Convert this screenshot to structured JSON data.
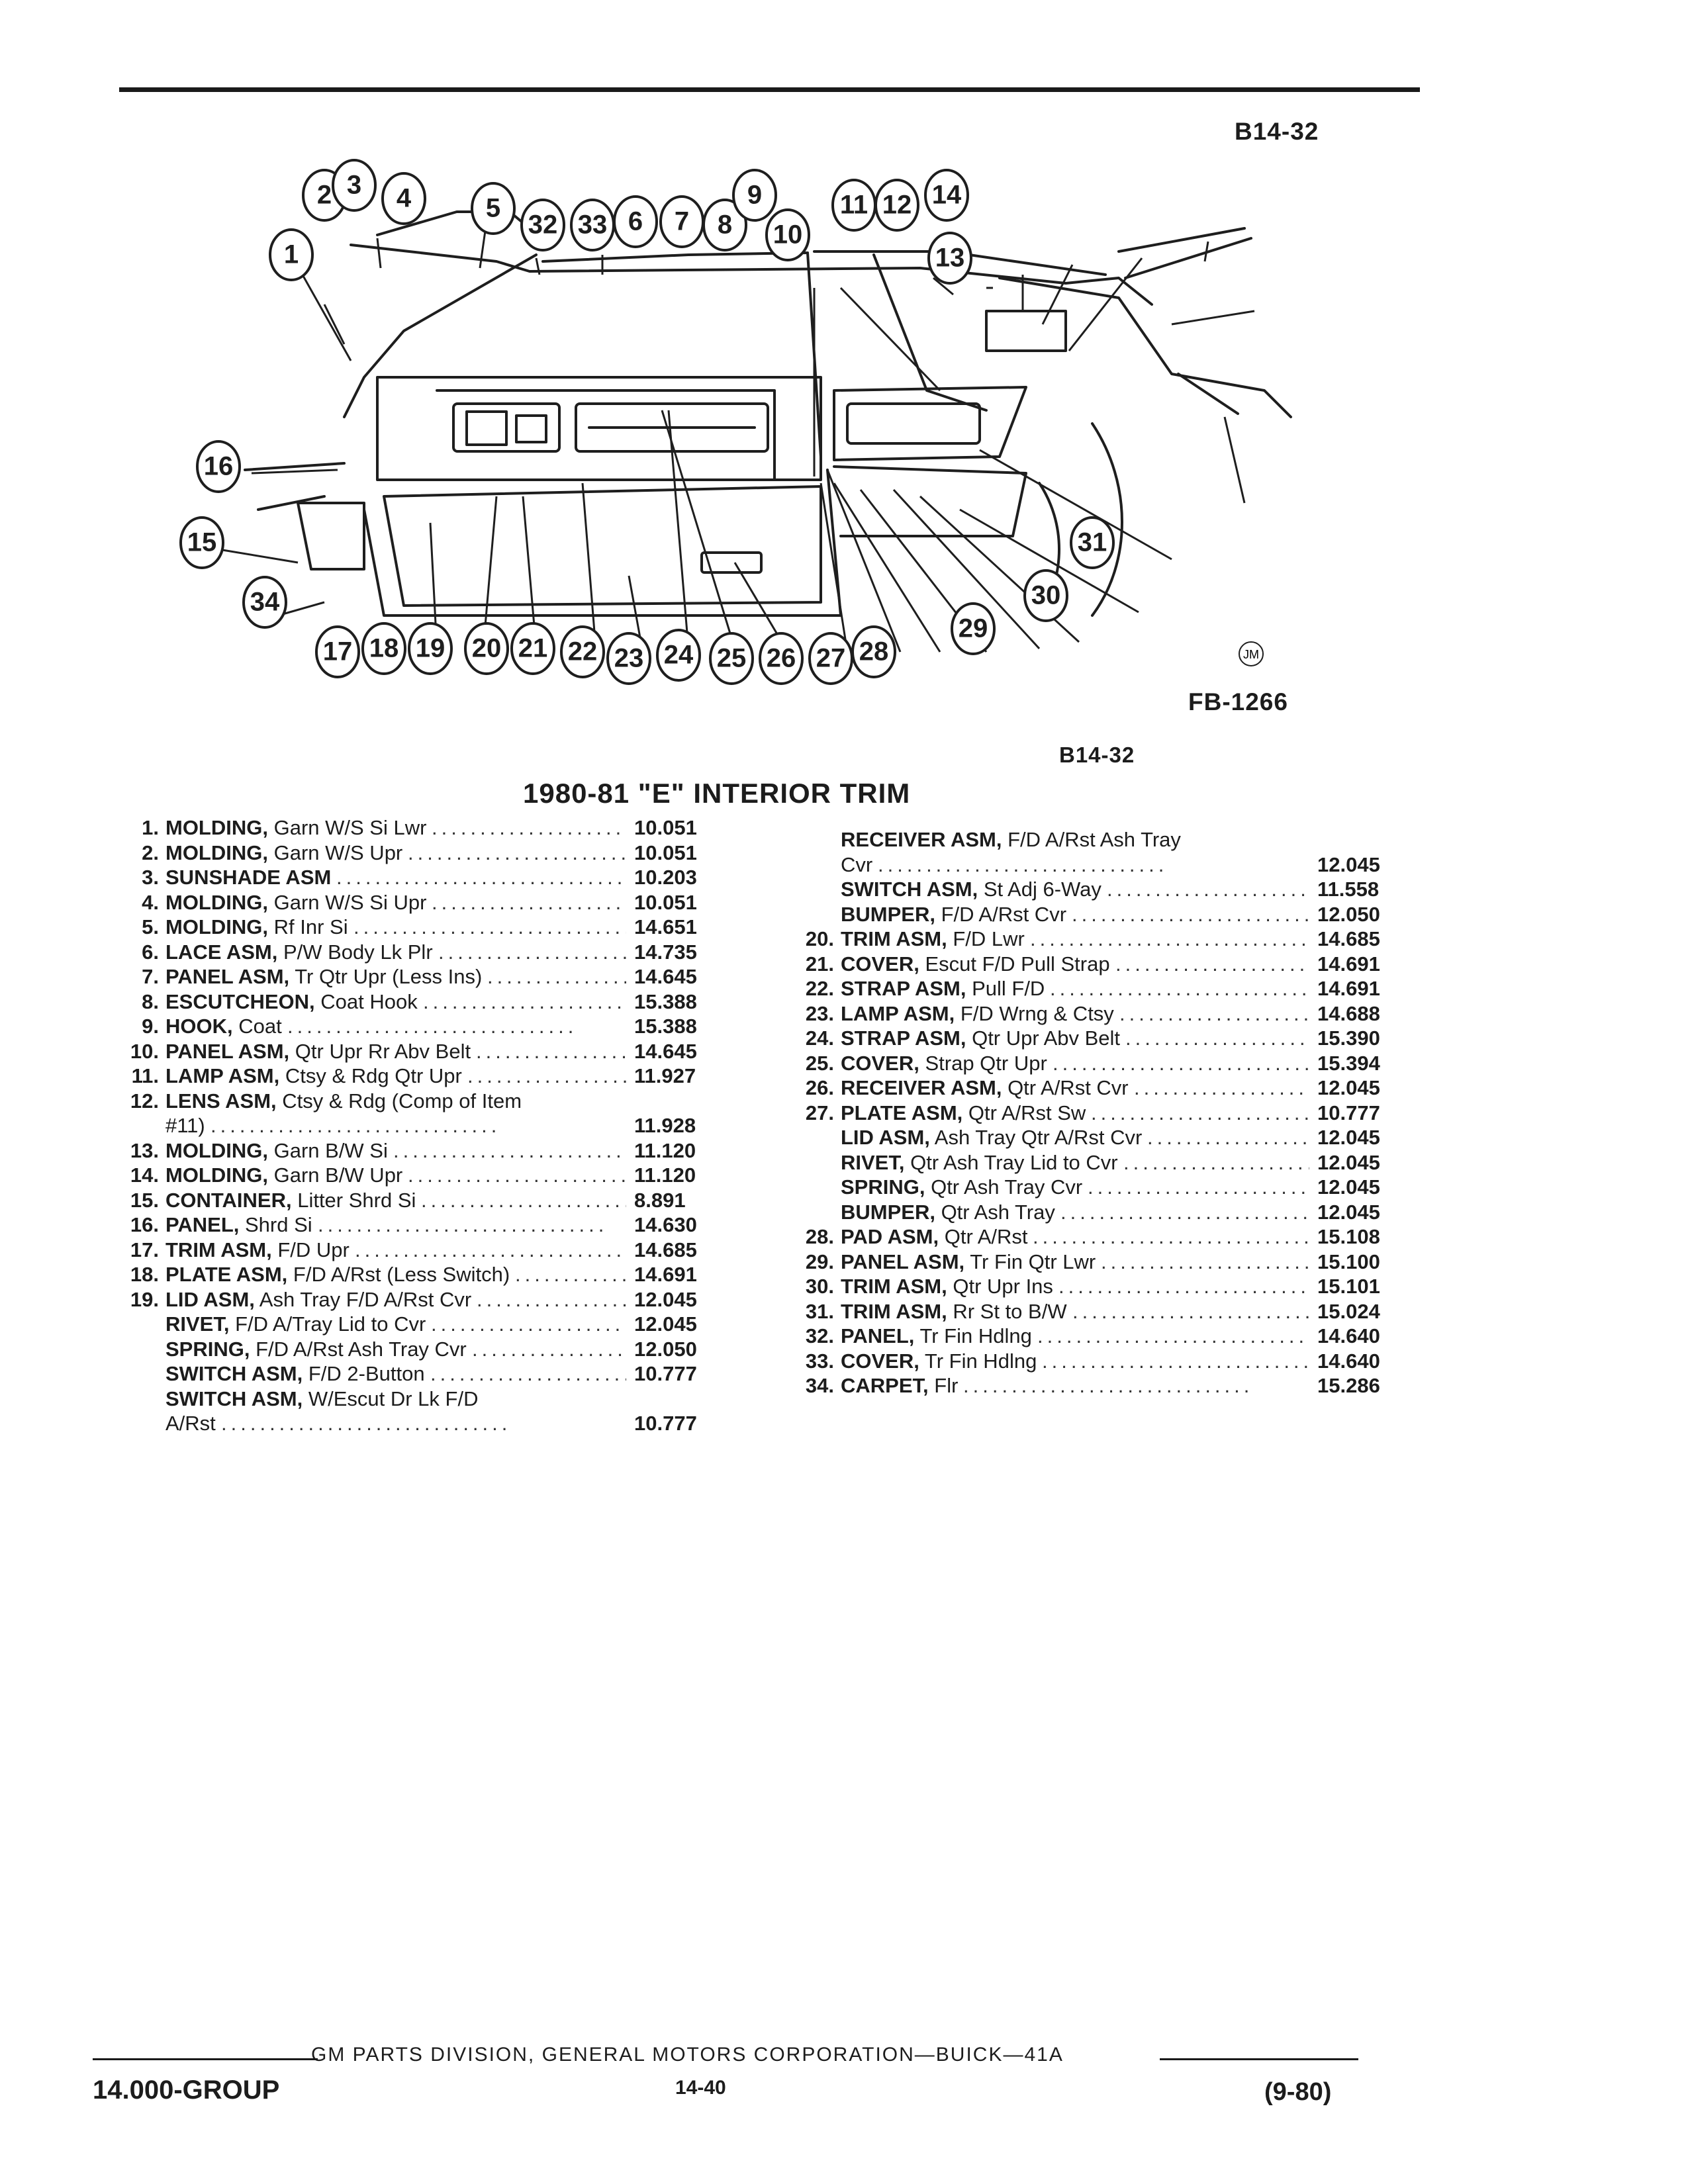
{
  "header": {
    "figure_code_top": "B14-32",
    "figure_code_bottom": "B14-32",
    "figure_ref": "FB-1266"
  },
  "illustration": {
    "artist_mark": "JM",
    "callouts": [
      "1",
      "2",
      "3",
      "4",
      "5",
      "32",
      "33",
      "6",
      "7",
      "8",
      "9",
      "10",
      "11",
      "12",
      "14",
      "13",
      "16",
      "15",
      "34",
      "17",
      "18",
      "19",
      "20",
      "21",
      "22",
      "23",
      "24",
      "25",
      "26",
      "27",
      "28",
      "29",
      "30",
      "31"
    ]
  },
  "section_title": "1980-81 \"E\" INTERIOR TRIM",
  "parts_left": [
    {
      "num": "1.",
      "name": "MOLDING,",
      "desc": " Garn W/S Si Lwr",
      "part": "10.051"
    },
    {
      "num": "2.",
      "name": "MOLDING,",
      "desc": " Garn W/S Upr",
      "part": "10.051"
    },
    {
      "num": "3.",
      "name": "SUNSHADE ASM",
      "desc": "",
      "part": "10.203"
    },
    {
      "num": "4.",
      "name": "MOLDING,",
      "desc": " Garn W/S Si Upr",
      "part": "10.051"
    },
    {
      "num": "5.",
      "name": "MOLDING,",
      "desc": " Rf Inr Si",
      "part": "14.651"
    },
    {
      "num": "6.",
      "name": "LACE ASM,",
      "desc": " P/W Body Lk Plr",
      "part": "14.735"
    },
    {
      "num": "7.",
      "name": "PANEL ASM,",
      "desc": " Tr Qtr Upr (Less Ins)",
      "part": "14.645"
    },
    {
      "num": "8.",
      "name": "ESCUTCHEON,",
      "desc": " Coat Hook",
      "part": "15.388"
    },
    {
      "num": "9.",
      "name": "HOOK,",
      "desc": " Coat",
      "part": "15.388"
    },
    {
      "num": "10.",
      "name": "PANEL ASM,",
      "desc": " Qtr Upr Rr Abv Belt",
      "part": "14.645"
    },
    {
      "num": "11.",
      "name": "LAMP ASM,",
      "desc": " Ctsy & Rdg Qtr Upr",
      "part": "11.927"
    },
    {
      "num": "12.",
      "name": "LENS ASM,",
      "desc": " Ctsy & Rdg (Comp of Item",
      "part": ""
    },
    {
      "num": "",
      "name": "",
      "desc": "#11)",
      "part": "11.928"
    },
    {
      "num": "13.",
      "name": "MOLDING,",
      "desc": " Garn B/W Si",
      "part": "11.120"
    },
    {
      "num": "14.",
      "name": "MOLDING,",
      "desc": " Garn B/W Upr",
      "part": "11.120"
    },
    {
      "num": "15.",
      "name": "CONTAINER,",
      "desc": " Litter Shrd Si",
      "part": "8.891"
    },
    {
      "num": "16.",
      "name": "PANEL,",
      "desc": " Shrd Si",
      "part": "14.630"
    },
    {
      "num": "17.",
      "name": "TRIM ASM,",
      "desc": " F/D Upr",
      "part": "14.685"
    },
    {
      "num": "18.",
      "name": "PLATE ASM,",
      "desc": " F/D A/Rst (Less Switch)",
      "part": "14.691"
    },
    {
      "num": "19.",
      "name": "LID ASM,",
      "desc": " Ash Tray F/D A/Rst Cvr",
      "part": "12.045"
    },
    {
      "num": "",
      "name": "RIVET,",
      "desc": " F/D A/Tray Lid to Cvr",
      "part": "12.045"
    },
    {
      "num": "",
      "name": "SPRING,",
      "desc": " F/D A/Rst Ash Tray Cvr",
      "part": "12.050"
    },
    {
      "num": "",
      "name": "SWITCH ASM,",
      "desc": " F/D 2-Button",
      "part": "10.777"
    },
    {
      "num": "",
      "name": "SWITCH ASM,",
      "desc": " W/Escut Dr Lk F/D",
      "part": ""
    },
    {
      "num": "",
      "name": "",
      "desc": "A/Rst",
      "part": "10.777"
    }
  ],
  "parts_right": [
    {
      "num": "",
      "name": "RECEIVER ASM,",
      "desc": " F/D A/Rst Ash Tray",
      "part": ""
    },
    {
      "num": "",
      "name": "",
      "desc": "Cvr",
      "part": "12.045"
    },
    {
      "num": "",
      "name": "SWITCH ASM,",
      "desc": " St Adj 6-Way",
      "part": "11.558"
    },
    {
      "num": "",
      "name": "BUMPER,",
      "desc": " F/D A/Rst Cvr",
      "part": "12.050"
    },
    {
      "num": "20.",
      "name": "TRIM ASM,",
      "desc": " F/D Lwr",
      "part": "14.685"
    },
    {
      "num": "21.",
      "name": "COVER,",
      "desc": " Escut F/D Pull Strap",
      "part": "14.691"
    },
    {
      "num": "22.",
      "name": "STRAP ASM,",
      "desc": " Pull F/D",
      "part": "14.691"
    },
    {
      "num": "23.",
      "name": "LAMP ASM,",
      "desc": " F/D Wrng & Ctsy",
      "part": "14.688"
    },
    {
      "num": "24.",
      "name": "STRAP ASM,",
      "desc": " Qtr Upr Abv Belt",
      "part": "15.390"
    },
    {
      "num": "25.",
      "name": "COVER,",
      "desc": " Strap Qtr Upr",
      "part": "15.394"
    },
    {
      "num": "26.",
      "name": "RECEIVER ASM,",
      "desc": " Qtr A/Rst Cvr",
      "part": "12.045"
    },
    {
      "num": "27.",
      "name": "PLATE ASM,",
      "desc": " Qtr A/Rst Sw",
      "part": "10.777"
    },
    {
      "num": "",
      "name": "LID ASM,",
      "desc": " Ash Tray Qtr A/Rst Cvr",
      "part": "12.045"
    },
    {
      "num": "",
      "name": "RIVET,",
      "desc": " Qtr Ash Tray Lid to Cvr",
      "part": "12.045"
    },
    {
      "num": "",
      "name": "SPRING,",
      "desc": " Qtr Ash Tray Cvr",
      "part": "12.045"
    },
    {
      "num": "",
      "name": "BUMPER,",
      "desc": " Qtr Ash Tray",
      "part": "12.045"
    },
    {
      "num": "28.",
      "name": "PAD ASM,",
      "desc": " Qtr A/Rst",
      "part": "15.108"
    },
    {
      "num": "29.",
      "name": "PANEL ASM,",
      "desc": " Tr Fin Qtr Lwr",
      "part": "15.100"
    },
    {
      "num": "30.",
      "name": "TRIM ASM,",
      "desc": " Qtr Upr Ins",
      "part": "15.101"
    },
    {
      "num": "31.",
      "name": "TRIM ASM,",
      "desc": " Rr St to B/W",
      "part": "15.024"
    },
    {
      "num": "32.",
      "name": "PANEL,",
      "desc": " Tr Fin Hdlng",
      "part": "14.640"
    },
    {
      "num": "33.",
      "name": "COVER,",
      "desc": " Tr Fin Hdlng",
      "part": "14.640"
    },
    {
      "num": "34.",
      "name": "CARPET,",
      "desc": " Flr",
      "part": "15.286"
    }
  ],
  "footer": {
    "publisher": "GM PARTS DIVISION, GENERAL MOTORS CORPORATION—BUICK—41A",
    "page": "14-40",
    "group": "14.000-GROUP",
    "date": "(9-80)"
  }
}
